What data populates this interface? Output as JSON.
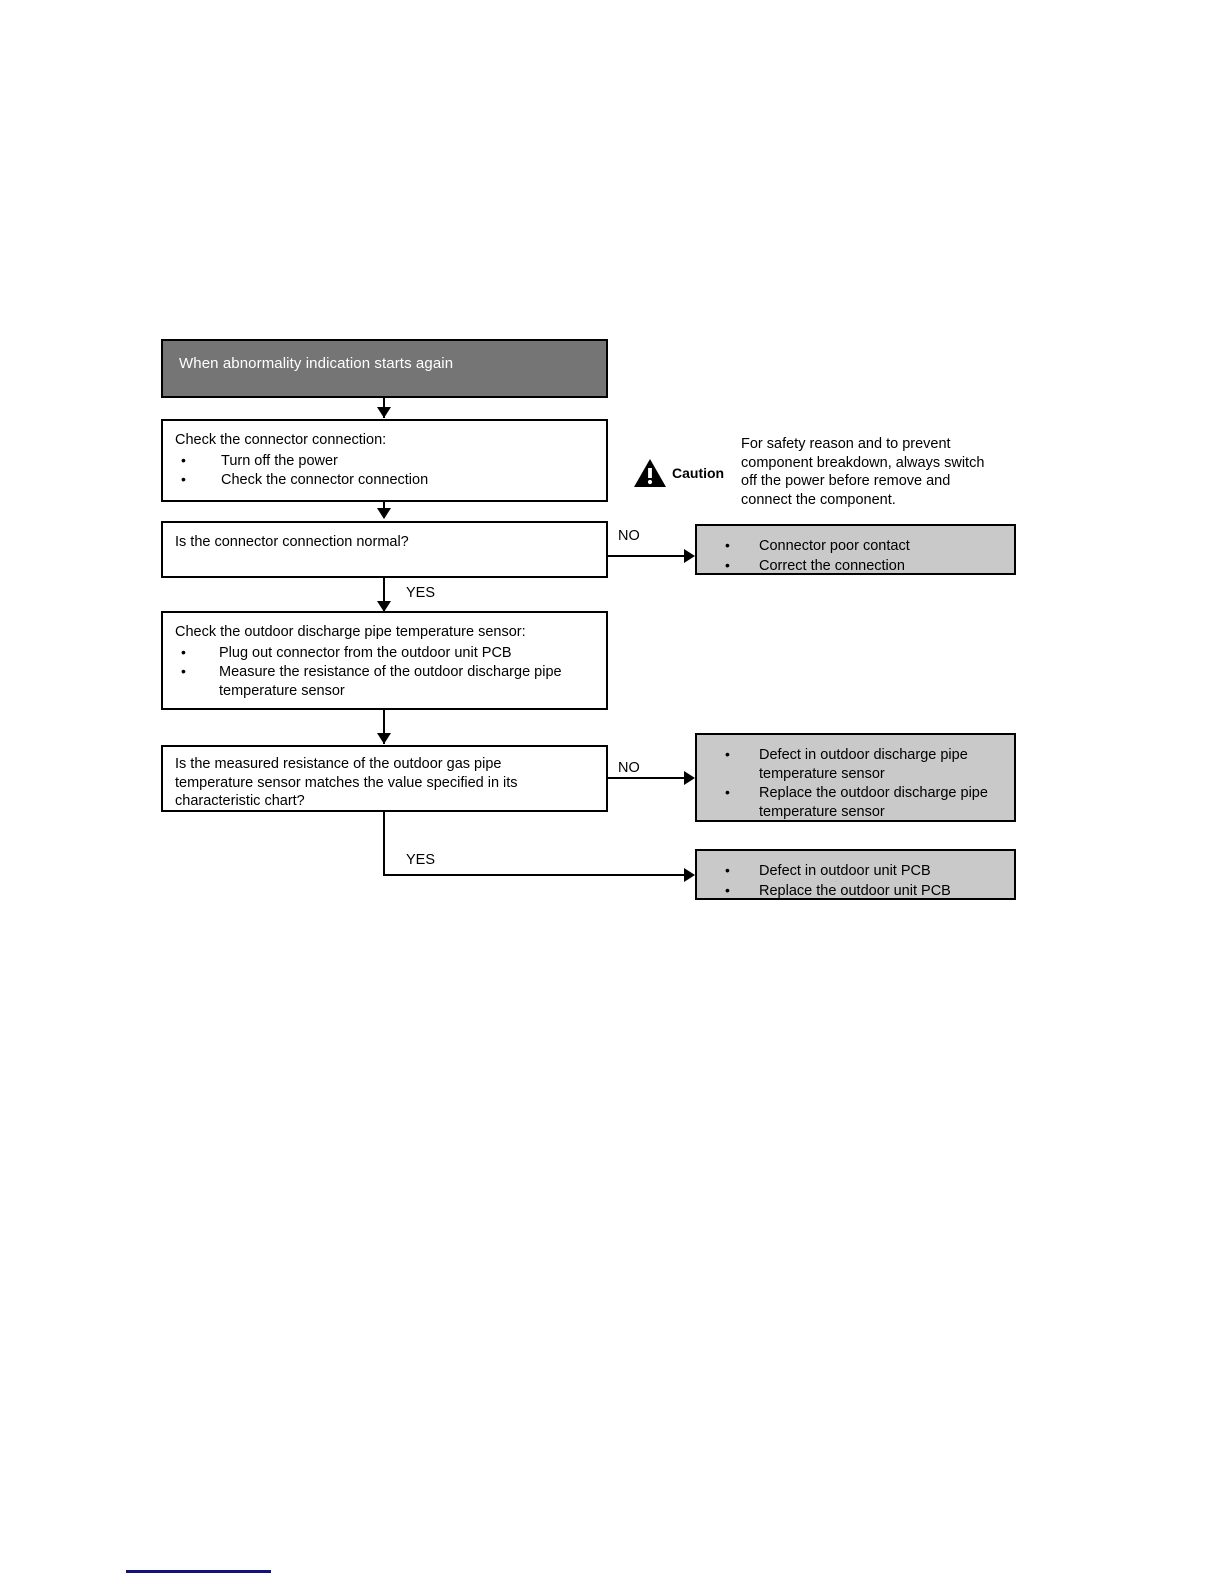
{
  "document": {
    "type": "troubleshooting-flowchart",
    "background_color": "#ffffff",
    "accent_colors": {
      "header_fill": "#757575",
      "result_fill": "#c9c9c9",
      "border": "#000000",
      "footer_rule": "#141478"
    }
  },
  "flowchart": {
    "header": {
      "text": "When abnormality indication starts again"
    },
    "steps": [
      {
        "id": "check-connector",
        "title": "Check the connector connection:",
        "bullets": [
          "Turn off the power",
          "Check the connector connection"
        ]
      },
      {
        "id": "check-sensor",
        "title": "Check the outdoor discharge pipe temperature sensor:",
        "bullets": [
          "Plug out connector from the outdoor unit PCB",
          "Measure the resistance of the outdoor discharge pipe\ntemperature sensor"
        ]
      }
    ],
    "decisions": [
      {
        "id": "connector-normal",
        "question": "Is the connector connection normal?",
        "no_label": "NO",
        "yes_label": "YES"
      },
      {
        "id": "resistance-match",
        "question": "Is the measured resistance of the outdoor gas pipe\ntemperature sensor matches the value specified in its\ncharacteristic chart?",
        "no_label": "NO",
        "yes_label": "YES"
      }
    ],
    "results": [
      {
        "id": "connector-poor-contact",
        "bullets": [
          "Connector poor contact",
          "Correct the connection"
        ]
      },
      {
        "id": "sensor-defect",
        "bullets": [
          "Defect in outdoor discharge pipe\ntemperature sensor",
          "Replace the outdoor discharge pipe\ntemperature sensor"
        ]
      },
      {
        "id": "pcb-defect",
        "bullets": [
          "Defect in outdoor unit PCB",
          "Replace the outdoor unit PCB"
        ]
      }
    ],
    "caution": {
      "label": "Caution",
      "icon": "warning-triangle-icon",
      "text": "For safety reason and to prevent\ncomponent breakdown, always switch\noff the power before remove and\nconnect the component."
    }
  }
}
